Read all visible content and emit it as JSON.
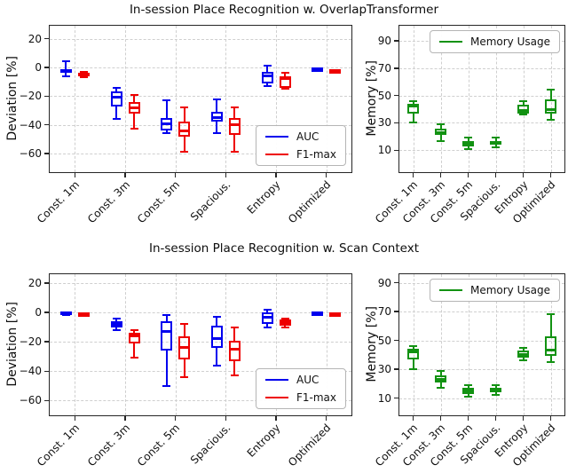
{
  "figure": {
    "titles": {
      "top": "In-session Place Recognition w. OverlapTransformer",
      "bottom": "In-session Place Recognition w. Scan Context"
    },
    "colors": {
      "auc": "#0000ee",
      "f1": "#ee0000",
      "memory": "#129212",
      "grid": "#cfcfcf",
      "axis": "#262626"
    }
  },
  "chart_data": [
    {
      "id": "overlaptransformer-deviation",
      "type": "boxplot",
      "title": "In-session Place Recognition w. OverlapTransformer",
      "ylabel": "Deviation [%]",
      "yticks": [
        20,
        0,
        -20,
        -40,
        -60
      ],
      "ylim": [
        -73,
        29
      ],
      "grid": true,
      "categories": [
        "Const. 1m",
        "Const. 3m",
        "Const. 5m",
        "Spacious.",
        "Entropy",
        "Optimized"
      ],
      "legend": {
        "position": "bottom-right",
        "entries": [
          {
            "label": "AUC",
            "color_key": "auc"
          },
          {
            "label": "F1-max",
            "color_key": "f1"
          }
        ]
      },
      "series": [
        {
          "name": "AUC",
          "color_key": "auc",
          "offset": -10,
          "boxes": [
            {
              "lo": -6,
              "q1": -4,
              "med": -2,
              "q3": -1,
              "hi": 4
            },
            {
              "lo": -36,
              "q1": -27,
              "med": -21,
              "q3": -17,
              "hi": -14
            },
            {
              "lo": -46,
              "q1": -44,
              "med": -39,
              "q3": -35,
              "hi": -23
            },
            {
              "lo": -46,
              "q1": -38,
              "med": -35,
              "q3": -31,
              "hi": -22
            },
            {
              "lo": -13,
              "q1": -11,
              "med": -6,
              "q3": -3,
              "hi": 1
            },
            {
              "lo": -2,
              "q1": -1.6,
              "med": -1,
              "q3": -0.4,
              "hi": 0
            }
          ]
        },
        {
          "name": "F1-max",
          "color_key": "f1",
          "offset": 10,
          "boxes": [
            {
              "lo": -7,
              "q1": -6,
              "med": -5,
              "q3": -4,
              "hi": -3
            },
            {
              "lo": -43,
              "q1": -32,
              "med": -28,
              "q3": -24,
              "hi": -19
            },
            {
              "lo": -59,
              "q1": -48,
              "med": -44,
              "q3": -38,
              "hi": -28
            },
            {
              "lo": -59,
              "q1": -47,
              "med": -40,
              "q3": -35,
              "hi": -28
            },
            {
              "lo": -15,
              "q1": -14,
              "med": -8,
              "q3": -6,
              "hi": -4
            },
            {
              "lo": -2.4,
              "q1": -2.4,
              "med": -2,
              "q3": -1.6,
              "hi": -1.6
            }
          ]
        }
      ]
    },
    {
      "id": "overlaptransformer-memory",
      "type": "boxplot",
      "title": "",
      "ylabel": "Memory [%]",
      "yticks": [
        90,
        70,
        50,
        30,
        10
      ],
      "ylim": [
        -6,
        101
      ],
      "grid": true,
      "categories": [
        "Const. 1m",
        "Const. 3m",
        "Const. 5m",
        "Spacious.",
        "Entropy",
        "Optimized"
      ],
      "legend": {
        "position": "top-right",
        "entries": [
          {
            "label": "Memory Usage",
            "color_key": "memory"
          }
        ]
      },
      "series": [
        {
          "name": "Memory Usage",
          "color_key": "memory",
          "offset": 0,
          "boxes": [
            {
              "lo": 30,
              "q1": 37,
              "med": 42,
              "q3": 44,
              "hi": 46
            },
            {
              "lo": 17,
              "q1": 21,
              "med": 23,
              "q3": 26,
              "hi": 29
            },
            {
              "lo": 11,
              "q1": 13,
              "med": 15,
              "q3": 17,
              "hi": 19
            },
            {
              "lo": 12,
              "q1": 14,
              "med": 16,
              "q3": 17,
              "hi": 19
            },
            {
              "lo": 36,
              "q1": 37,
              "med": 39,
              "q3": 43,
              "hi": 46
            },
            {
              "lo": 32,
              "q1": 37,
              "med": 40,
              "q3": 47,
              "hi": 54
            }
          ]
        }
      ]
    },
    {
      "id": "scancontext-deviation",
      "type": "boxplot",
      "title": "In-session Place Recognition w. Scan Context",
      "ylabel": "Deviation [%]",
      "yticks": [
        20,
        0,
        -20,
        -40,
        -60
      ],
      "ylim": [
        -70,
        26
      ],
      "grid": true,
      "categories": [
        "Const. 1m",
        "Const. 3m",
        "Const. 5m",
        "Spacious.",
        "Entropy",
        "Optimized"
      ],
      "legend": {
        "position": "bottom-right",
        "entries": [
          {
            "label": "AUC",
            "color_key": "auc"
          },
          {
            "label": "F1-max",
            "color_key": "f1"
          }
        ]
      },
      "series": [
        {
          "name": "AUC",
          "color_key": "auc",
          "offset": -10,
          "boxes": [
            {
              "lo": -2,
              "q1": -1,
              "med": 0,
              "q3": 0.5,
              "hi": 1
            },
            {
              "lo": -12,
              "q1": -10,
              "med": -8,
              "q3": -6,
              "hi": -4
            },
            {
              "lo": -50,
              "q1": -26,
              "med": -13,
              "q3": -6,
              "hi": -2
            },
            {
              "lo": -36,
              "q1": -24,
              "med": -18,
              "q3": -9,
              "hi": -3
            },
            {
              "lo": -10,
              "q1": -8,
              "med": -3,
              "q3": 0,
              "hi": 2
            },
            {
              "lo": -1,
              "q1": -0.7,
              "med": -0.2,
              "q3": 0.3,
              "hi": 0.6
            }
          ]
        },
        {
          "name": "F1-max",
          "color_key": "f1",
          "offset": 10,
          "boxes": [
            {
              "lo": -1.4,
              "q1": -1.4,
              "med": -1,
              "q3": -0.6,
              "hi": -0.6
            },
            {
              "lo": -31,
              "q1": -21,
              "med": -16,
              "q3": -14,
              "hi": -12
            },
            {
              "lo": -44,
              "q1": -32,
              "med": -24,
              "q3": -16,
              "hi": -8
            },
            {
              "lo": -43,
              "q1": -33,
              "med": -25,
              "q3": -19,
              "hi": -10
            },
            {
              "lo": -10,
              "q1": -9,
              "med": -7,
              "q3": -5,
              "hi": -4
            },
            {
              "lo": -1.2,
              "q1": -1.2,
              "med": -0.8,
              "q3": -0.4,
              "hi": -0.4
            }
          ]
        }
      ]
    },
    {
      "id": "scancontext-memory",
      "type": "boxplot",
      "title": "",
      "ylabel": "Memory [%]",
      "yticks": [
        90,
        70,
        50,
        30,
        10
      ],
      "ylim": [
        -2,
        96
      ],
      "grid": true,
      "categories": [
        "Const. 1m",
        "Const. 3m",
        "Const. 5m",
        "Spacious.",
        "Entropy",
        "Optimized"
      ],
      "legend": {
        "position": "top-right",
        "entries": [
          {
            "label": "Memory Usage",
            "color_key": "memory"
          }
        ]
      },
      "series": [
        {
          "name": "Memory Usage",
          "color_key": "memory",
          "offset": 0,
          "boxes": [
            {
              "lo": 30,
              "q1": 37,
              "med": 42,
              "q3": 44,
              "hi": 46
            },
            {
              "lo": 17,
              "q1": 21,
              "med": 23,
              "q3": 26,
              "hi": 29
            },
            {
              "lo": 11,
              "q1": 13,
              "med": 15,
              "q3": 17,
              "hi": 19
            },
            {
              "lo": 12,
              "q1": 14,
              "med": 16,
              "q3": 17,
              "hi": 19
            },
            {
              "lo": 36,
              "q1": 38,
              "med": 40,
              "q3": 43,
              "hi": 45
            },
            {
              "lo": 35,
              "q1": 39,
              "med": 43,
              "q3": 53,
              "hi": 68
            }
          ]
        }
      ]
    }
  ]
}
